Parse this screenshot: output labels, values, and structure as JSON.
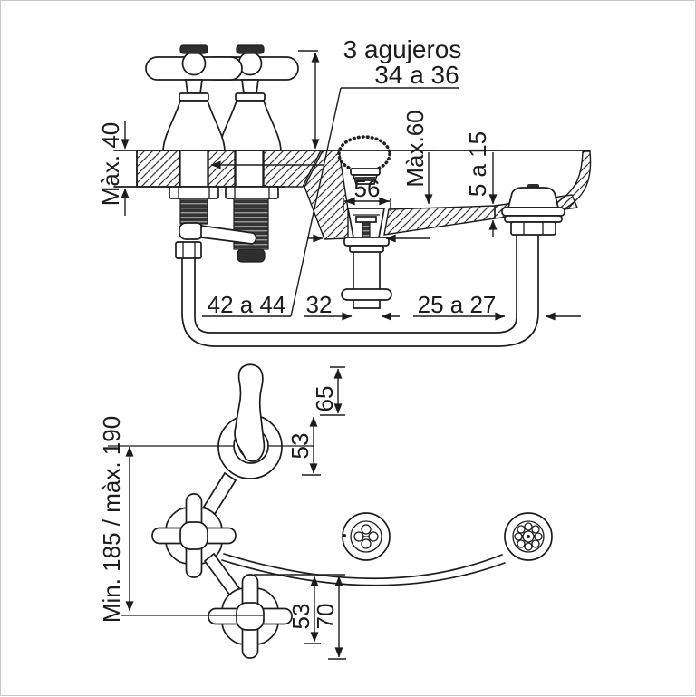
{
  "diagram": {
    "description": "Two-handle basin mixer installation drawing, side section and plan view",
    "side_view": {
      "holes_label": "3 agujeros",
      "holes_diameter": "34 a 36",
      "counter_thickness_max": "Màx. 40",
      "installation_depth_max": "Màx.60",
      "rim_thickness_range": "5 a 15",
      "drain_flange_width": "56",
      "shank_dim": "42 a 44",
      "tailpiece_dim": "32",
      "hose_dim": "25 a 27"
    },
    "plan_view": {
      "lever_length": "65",
      "spout_body": "53",
      "reach_range": "Min. 185 / màx. 190",
      "handle_inner": "53",
      "handle_total": "70"
    },
    "colors": {
      "line": "#1c1c1c",
      "background": "#ffffff",
      "border": "#c9c9c9"
    }
  }
}
